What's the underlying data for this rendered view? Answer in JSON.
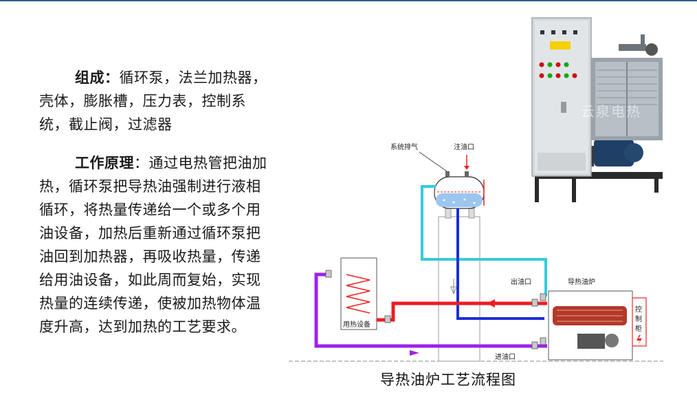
{
  "paragraphs": {
    "p1_lead": "组成：",
    "p1_body": "循环泵，法兰加热器，壳体，膨胀槽，压力表，控制系统，截止阀，过滤器",
    "p2_lead": "工作原理",
    "p2_body": "：通过电热管把油加热，循环泵把导热油强制进行液相循环，将热量传递给一个或多个用油设备，加热后重新通过循环泵把油回到加热器，再吸收热量，传递给用油设备，如此周而复始，实现热量的连续传递，使被加热物体温度升高，达到加热的工艺要求。"
  },
  "photo": {
    "watermark": "云泉电热"
  },
  "diagram": {
    "labels": {
      "vent": "系统排气",
      "fill": "注油口",
      "outlet": "出油口",
      "heater": "导热油炉",
      "user_device": "用热设备",
      "inlet": "进油口",
      "cabinet_1": "控",
      "cabinet_2": "制",
      "cabinet_3": "柜"
    },
    "colors": {
      "hot": "#ee1c24",
      "return": "#a020f0",
      "cyan": "#33ccdd",
      "blue": "#1a2fd6"
    },
    "caption": "导热油炉工艺流程图"
  }
}
